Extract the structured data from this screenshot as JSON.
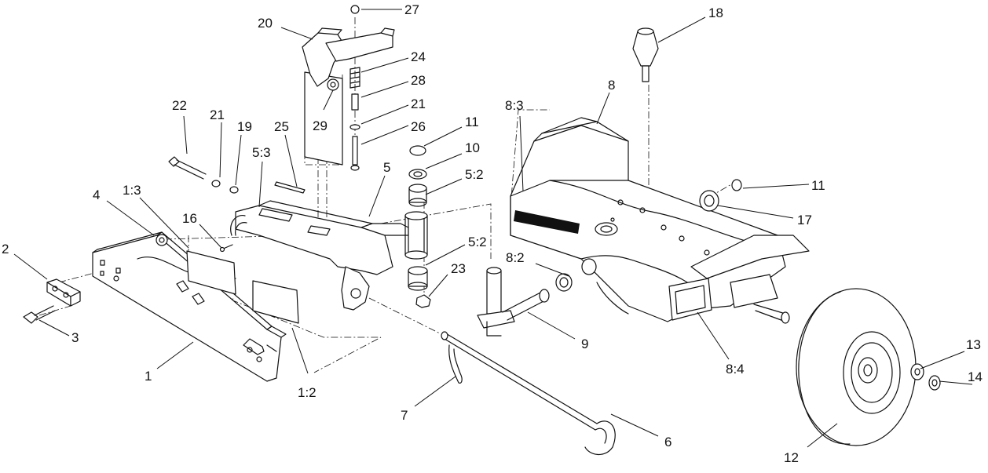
{
  "callouts": [
    {
      "text": "20"
    },
    {
      "text": "27"
    },
    {
      "text": "24"
    },
    {
      "text": "28"
    },
    {
      "text": "21"
    },
    {
      "text": "26"
    },
    {
      "text": "29"
    },
    {
      "text": "18"
    },
    {
      "text": "8"
    },
    {
      "text": "8:3"
    },
    {
      "text": "22"
    },
    {
      "text": "21"
    },
    {
      "text": "19"
    },
    {
      "text": "25"
    },
    {
      "text": "5:3"
    },
    {
      "text": "11"
    },
    {
      "text": "10"
    },
    {
      "text": "5:2"
    },
    {
      "text": "5"
    },
    {
      "text": "11"
    },
    {
      "text": "17"
    },
    {
      "text": "4"
    },
    {
      "text": "1:3"
    },
    {
      "text": "16"
    },
    {
      "text": "2"
    },
    {
      "text": "5:2"
    },
    {
      "text": "8:2"
    },
    {
      "text": "23"
    },
    {
      "text": "3"
    },
    {
      "text": "9"
    },
    {
      "text": "8:4"
    },
    {
      "text": "1"
    },
    {
      "text": "1:2"
    },
    {
      "text": "13"
    },
    {
      "text": "14"
    },
    {
      "text": "7"
    },
    {
      "text": "6"
    },
    {
      "text": "12"
    }
  ]
}
